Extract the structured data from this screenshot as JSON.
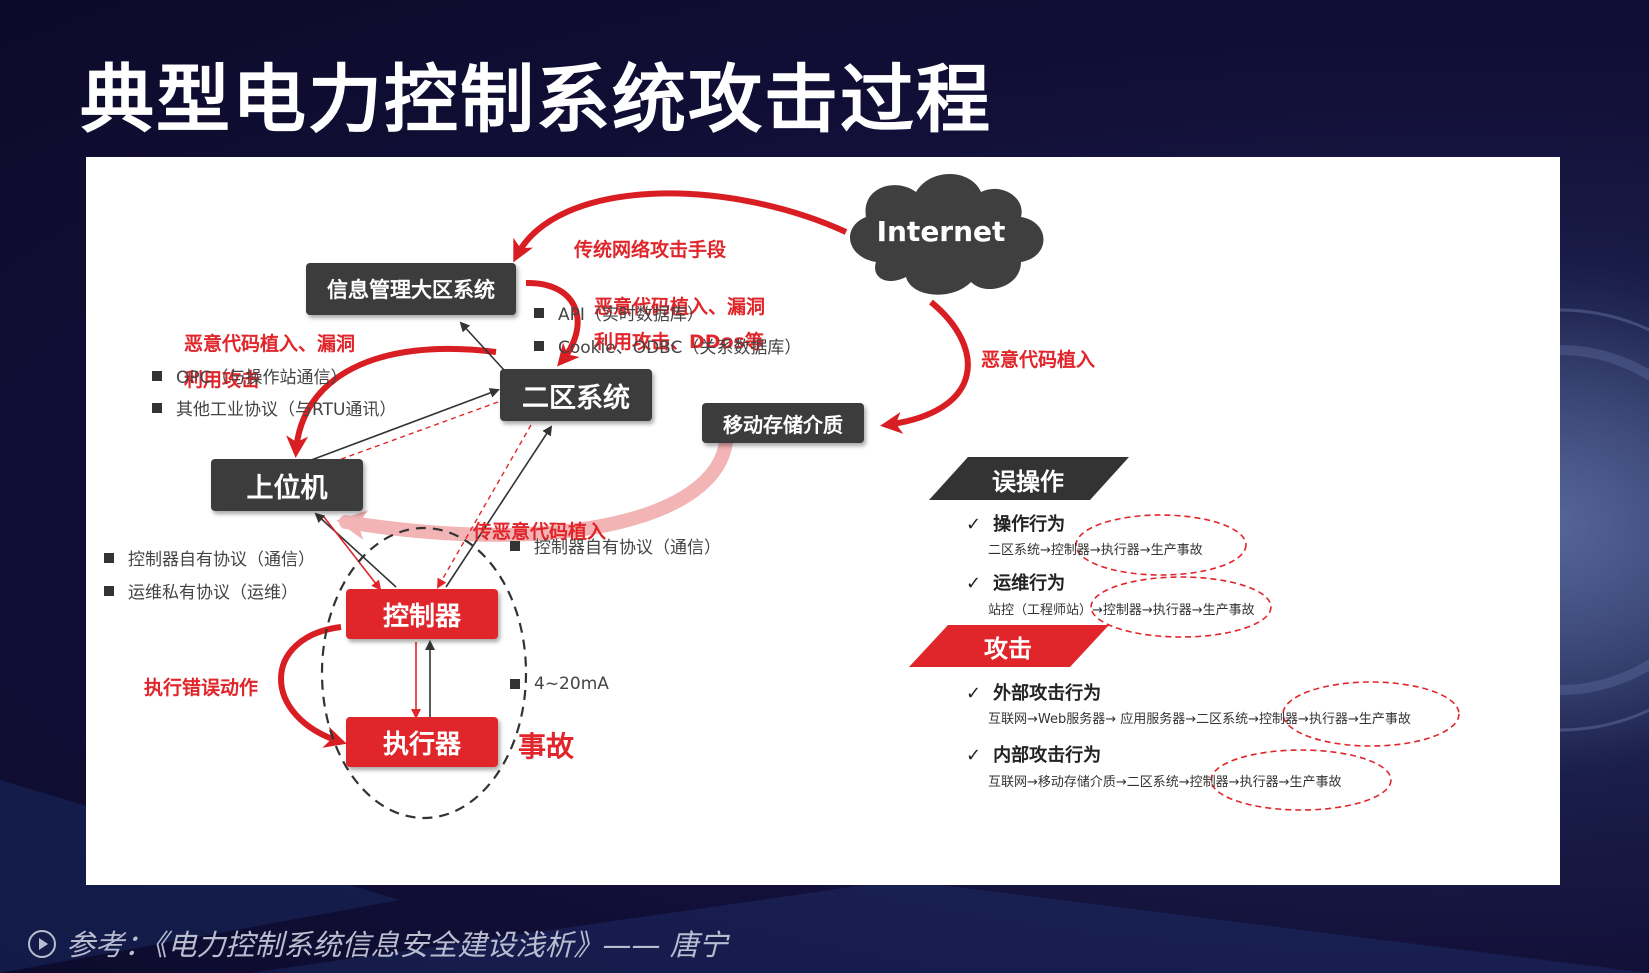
{
  "slide": {
    "title": "典型电力控制系统攻击过程",
    "footer": "参考：《电力控制系统信息安全建设浅析》—— 唐宁"
  },
  "nodes": {
    "internet": "Internet",
    "info_mgmt": "信息管理大区系统",
    "zone2": "二区系统",
    "removable": "移动存储介质",
    "host": "上位机",
    "controller": "控制器",
    "actuator": "执行器"
  },
  "labels": {
    "traditional_attack": "传统网络攻击手段",
    "malicious_vuln_top_1": "恶意代码植入、漏洞",
    "malicious_vuln_top_2": "利用攻击、DDos等",
    "malicious_vuln_left_1": "恶意代码植入、漏洞",
    "malicious_vuln_left_2": "利用攻击",
    "malicious_implant": "恶意代码植入",
    "pass_malicious": "传恶意代码植入",
    "wrong_action": "执行错误动作",
    "accident": "事故"
  },
  "protocols": {
    "api": "API（实时数据库）",
    "cookie": "Cookie、ODBC（关系数据库）",
    "opc": "OPC（与操作站通信）",
    "other_industrial": "其他工业协议（与RTU通讯）",
    "ctrl_own_left": "控制器自有协议（通信）",
    "ops_private": "运维私有协议（运维）",
    "ctrl_own_right": "控制器自有协议（通信）",
    "current": "4~20mA"
  },
  "legend": {
    "misop_title": "误操作",
    "op_behavior": "操作行为",
    "op_flow": "二区系统→控制器→执行器→生产事故",
    "maint_behavior": "运维行为",
    "maint_flow": "站控（工程师站）→控制器→执行器→生产事故",
    "attack_title": "攻击",
    "external_attack": "外部攻击行为",
    "external_flow": "互联网→Web服务器→ 应用服务器→二区系统→控制器→执行器→生产事故",
    "internal_attack": "内部攻击行为",
    "internal_flow": "互联网→移动存储介质→二区系统→控制器→执行器→生产事故",
    "check": "✓"
  },
  "colors": {
    "accent_red": "#e0262b",
    "dark_node": "#3c3c3c",
    "panel": "#ffffff",
    "background": "#120f38"
  }
}
